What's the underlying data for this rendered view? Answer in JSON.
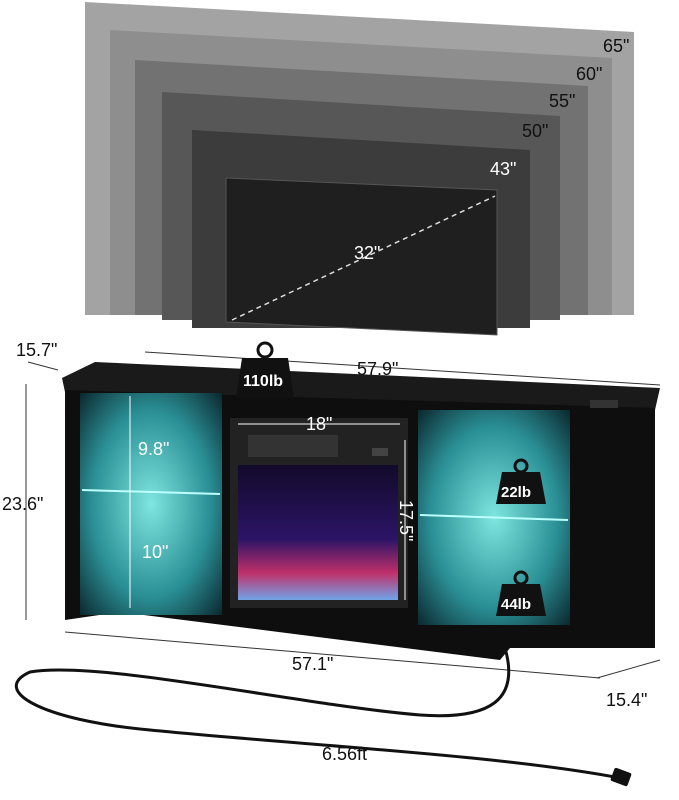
{
  "tv_sizes": {
    "s65": "65\"",
    "s60": "60\"",
    "s55": "55\"",
    "s50": "50\"",
    "s43": "43\"",
    "s32": "32\""
  },
  "dimensions": {
    "depth_top": "15.7\"",
    "width_top": "57.9\"",
    "height": "23.6\"",
    "fireplace_width": "18\"",
    "fireplace_height": "17.5\"",
    "shelf_upper": "9.8\"",
    "shelf_lower": "10\"",
    "width_bottom": "57.1\"",
    "depth_bottom": "15.4\"",
    "cord_length": "6.56ft"
  },
  "weights": {
    "top": "110lb",
    "shelf": "22lb",
    "bottom": "44lb"
  },
  "colors": {
    "glow": "#3fd0d0",
    "cabinet": "#111111"
  }
}
